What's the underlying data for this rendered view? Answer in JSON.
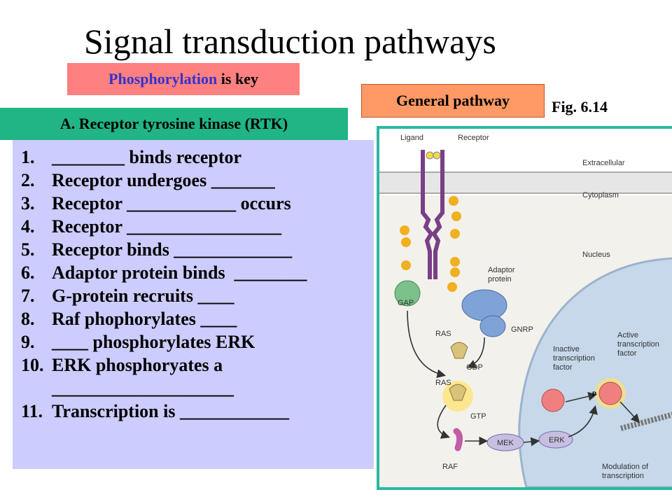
{
  "title": "Signal transduction pathways",
  "phosphorylation_box": {
    "highlight": "Phosphorylation",
    "rest": " is key"
  },
  "general_pathway": "General pathway",
  "figure_ref": "Fig. 6.14",
  "section_header": "A. Receptor tyrosine kinase (RTK)",
  "steps": [
    {
      "num": "1.",
      "text": "________ binds receptor"
    },
    {
      "num": "2.",
      "text": "Receptor undergoes _______"
    },
    {
      "num": "3.",
      "text": "Receptor ____________ occurs"
    },
    {
      "num": "4.",
      "text": "Receptor _________________"
    },
    {
      "num": "5.",
      "text": "Receptor binds _____________"
    },
    {
      "num": "6.",
      "text": "Adaptor protein binds  ________"
    },
    {
      "num": "7.",
      "text": "G-protein recruits ____"
    },
    {
      "num": "8.",
      "text": "Raf phophorylates ____"
    },
    {
      "num": "9.",
      "text": "____ phosphorylates ERK"
    },
    {
      "num": "10.",
      "text": "ERK phosphoryates a"
    },
    {
      "num": "",
      "text": "____________________"
    },
    {
      "num": "11.",
      "text": "Transcription is ____________"
    }
  ],
  "diagram": {
    "ligand": "Ligand",
    "receptor": "Receptor",
    "extracellular": "Extracellular",
    "cytoplasm": "Cytoplasm",
    "nucleus": "Nucleus",
    "adaptor_line1": "Adaptor",
    "adaptor_line2": "protein",
    "gap": "GAP",
    "gnrp": "GNRP",
    "ras_top": "RAS",
    "gdp": "GDP",
    "ras_bottom": "RAS",
    "gtp": "GTP",
    "raf": "RAF",
    "mek": "MEK",
    "erk": "ERK",
    "phospho": "P",
    "inactive_line1": "Inactive",
    "inactive_line2": "transcription",
    "inactive_line3": "factor",
    "active_line1": "Active",
    "active_line2": "transcription",
    "active_line3": "factor",
    "modulation_line1": "Modulation of",
    "modulation_line2": "transcription"
  },
  "colors": {
    "phos_box": "#ff8080",
    "phos_highlight": "#3333cc",
    "general_box": "#ff9966",
    "section_header": "#21b484",
    "steps_bg": "#ccccff",
    "diagram_frame": "#2ab8a0",
    "nucleus": "#c6d8ea",
    "phospho_badge": "#f0b020"
  }
}
